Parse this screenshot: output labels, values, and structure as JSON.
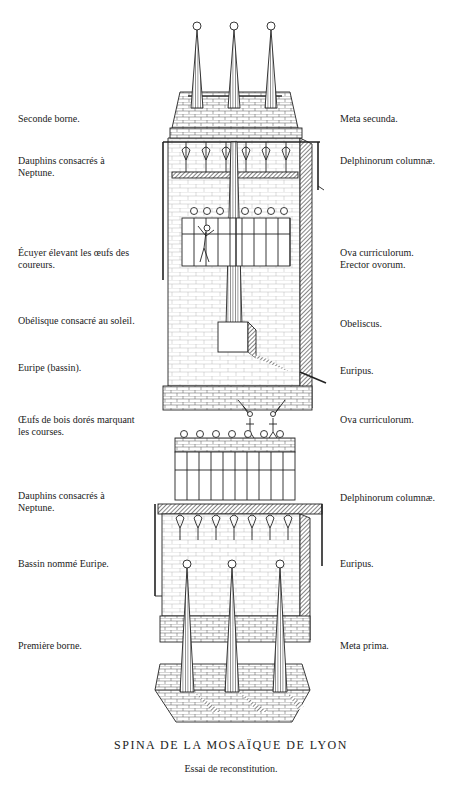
{
  "diagram": {
    "title": "SPINA DE LA MOSAÏQUE DE LYON",
    "caption": "Essai de reconstitution.",
    "labels": [
      "Seconde borne.",
      "Meta secunda.",
      "Dauphins consacrés à Neptune.",
      "Delphinorum columnæ.",
      "Écuyer élevant les œufs des coureurs.",
      "Ova curriculorum.",
      "Erector ovorum.",
      "Obélisque consacré au soleil.",
      "Obeliscus.",
      "Euripe (bassin).",
      "Euripus.",
      "Œufs de bois dorés marquant les courses.",
      "Ova curriculorum.",
      "Dauphins consacrés à Neptune.",
      "Delphinorum columnæ.",
      "Bassin nommé Euripe.",
      "Euripus.",
      "Première borne.",
      "Meta prima."
    ]
  }
}
